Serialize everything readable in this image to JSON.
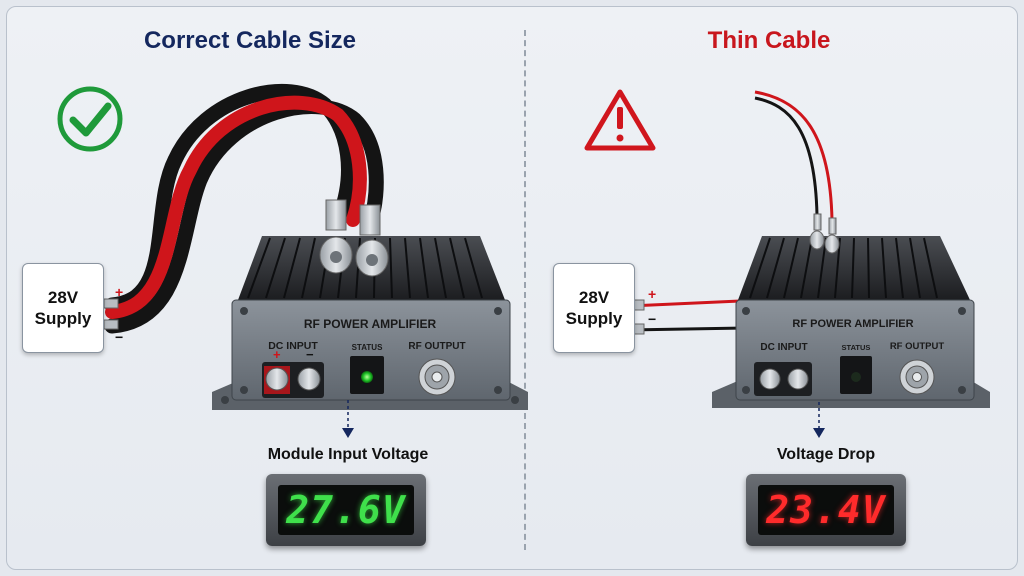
{
  "left_panel": {
    "title": "Correct Cable Size",
    "supply_voltage": "28V",
    "supply_label": "Supply",
    "amplifier_label": "RF POWER AMPLIFIER",
    "dc_input_label": "DC INPUT",
    "status_label": "STATUS",
    "rf_output_label": "RF OUTPUT",
    "meter_caption": "Module Input Voltage",
    "meter_reading": "27.6V",
    "indicator_icon": "check-circle-icon",
    "indicator_color": "#1f9a3a"
  },
  "right_panel": {
    "title": "Thin Cable",
    "supply_voltage": "28V",
    "supply_label": "Supply",
    "amplifier_label": "RF POWER AMPLIFIER",
    "dc_input_label": "DC INPUT",
    "status_label": "STATUS",
    "rf_output_label": "RF OUTPUT",
    "meter_caption": "Voltage Drop",
    "meter_reading": "23.4V",
    "indicator_icon": "warning-triangle-icon",
    "indicator_color": "#d0161d"
  },
  "colors": {
    "positive_wire": "#d8141b",
    "negative_wire": "#1b1b1b",
    "good_reading": "#3fe04b",
    "bad_reading": "#ff2b2b",
    "title_left": "#14275e",
    "title_right": "#c8161d"
  }
}
